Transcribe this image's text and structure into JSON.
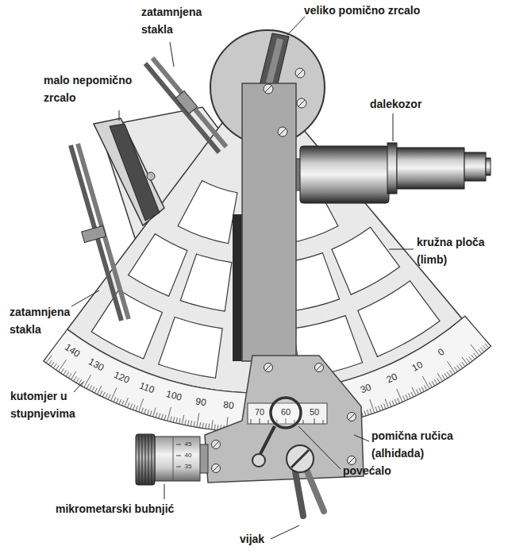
{
  "diagram": {
    "labels": [
      "zatamnjena stakla",
      "veliko pomično zrcalo",
      "malo nepomično zrcalo",
      "dalekozor",
      "kružna ploča (limb)",
      "zatamnjena stakla",
      "140",
      "130",
      "120",
      "110",
      "100",
      "90",
      "80",
      "30",
      "20",
      "10",
      "0",
      "kutomjer u stupnjevima",
      "70",
      "60",
      "50",
      "pomična ručica (alhidada)",
      "45",
      "40",
      "35",
      "povećalo",
      "mikrometarski bubnjić",
      "vijak"
    ]
  }
}
